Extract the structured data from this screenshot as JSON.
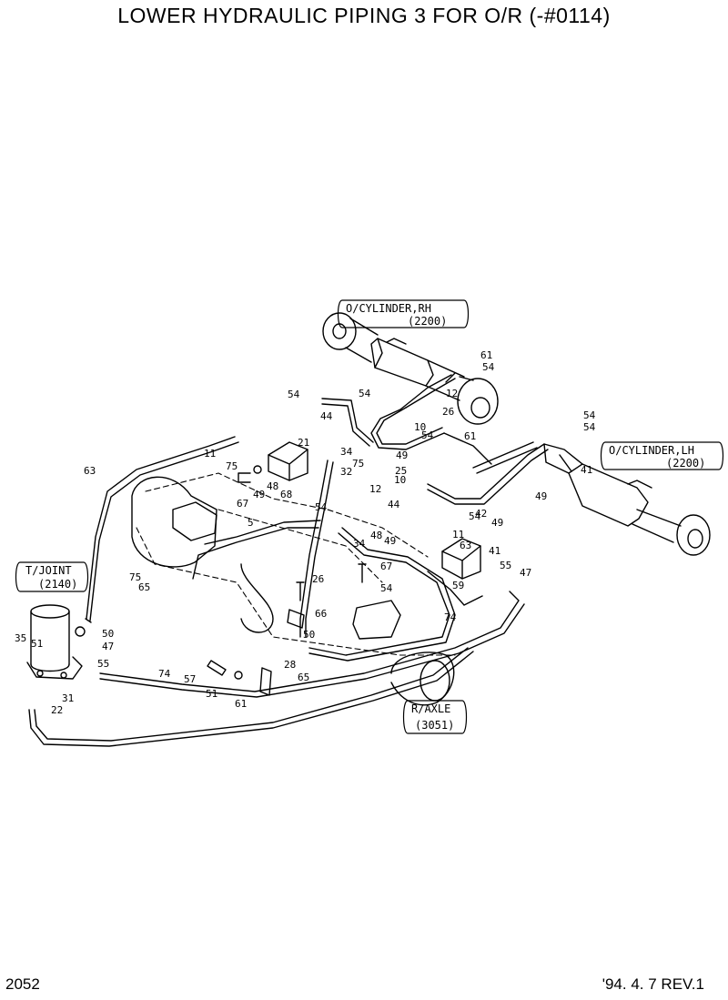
{
  "title": "LOWER HYDRAULIC PIPING 3 FOR O/R (-#0114)",
  "footer": {
    "page": "2052",
    "revision": "'94. 4. 7  REV.1"
  },
  "references": [
    {
      "key": "ocyl_rh",
      "name": "O/CYLINDER,RH",
      "code": "(2200)"
    },
    {
      "key": "ocyl_lh",
      "name": "O/CYLINDER,LH",
      "code": "(2200)"
    },
    {
      "key": "tjoint",
      "name": "T/JOINT",
      "code": "(2140)"
    },
    {
      "key": "raxle",
      "name": "R/AXLE",
      "code": "(3051)"
    }
  ],
  "callouts": [
    "61",
    "54",
    "54",
    "12",
    "26",
    "54",
    "44",
    "10",
    "54",
    "61",
    "54",
    "54",
    "41",
    "11",
    "21",
    "63",
    "75",
    "49",
    "48",
    "68",
    "67",
    "75",
    "34",
    "32",
    "49",
    "10",
    "12",
    "25",
    "49",
    "5",
    "54",
    "44",
    "54",
    "42",
    "49",
    "34",
    "48",
    "49",
    "11",
    "63",
    "41",
    "55",
    "47",
    "75",
    "65",
    "67",
    "26",
    "54",
    "74",
    "59",
    "66",
    "50",
    "35",
    "51",
    "50",
    "47",
    "55",
    "28",
    "65",
    "74",
    "57",
    "51",
    "61",
    "31",
    "22"
  ],
  "icons": {
    "piping": "hydraulic-hose-icon",
    "cylinder": "cylinder-icon"
  }
}
